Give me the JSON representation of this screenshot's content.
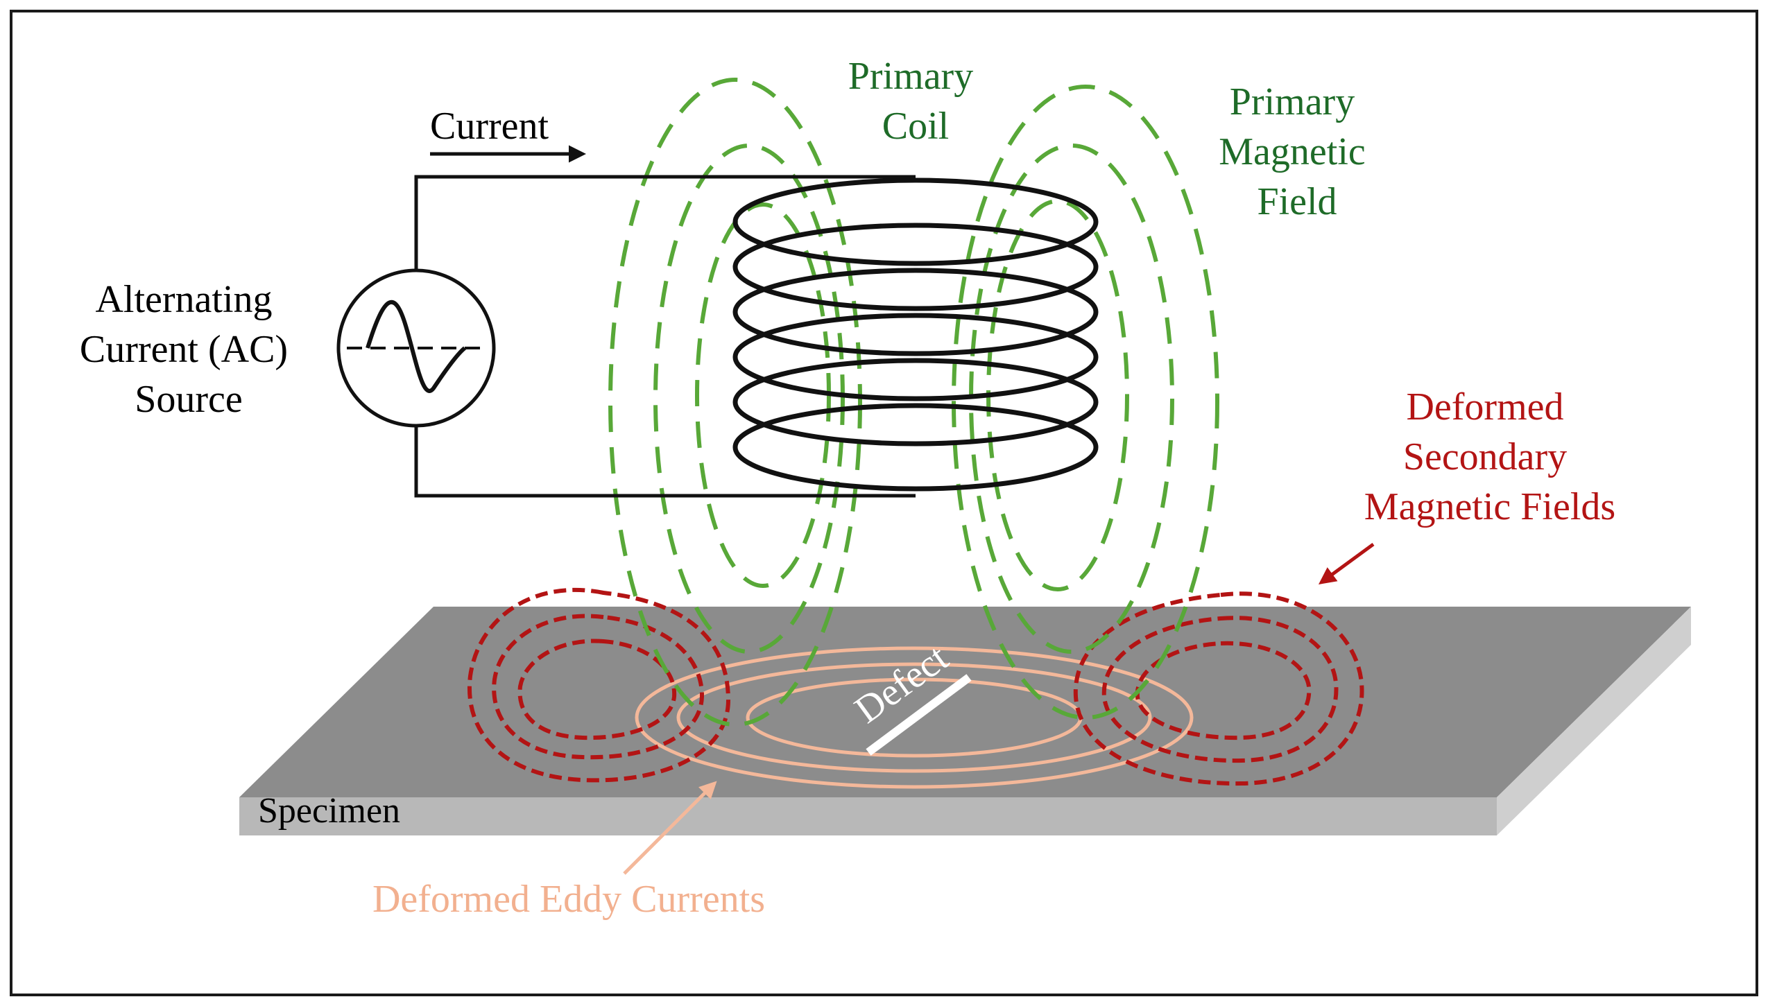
{
  "labels": {
    "current": "Current",
    "ac_source": [
      "Alternating",
      "Current (AC)",
      "Source"
    ],
    "primary_coil": [
      "Primary",
      "Coil"
    ],
    "primary_field": [
      "Primary",
      "Magnetic",
      "Field"
    ],
    "secondary_fields": [
      "Deformed",
      "Secondary",
      "Magnetic Fields"
    ],
    "specimen": "Specimen",
    "defect": "Defect",
    "eddy_currents": "Deformed Eddy Currents"
  },
  "colors": {
    "primary_field": "#58a838",
    "primary_text": "#1e6b28",
    "secondary_field": "#b31414",
    "eddy_currents": "#f4b89a",
    "specimen_top": "#8c8c8c",
    "specimen_front": "#b8b8b8",
    "specimen_side": "#cfcfcf"
  },
  "icons": {
    "source": "ac-sine-wave-icon",
    "arrow": "right-arrow-icon"
  }
}
